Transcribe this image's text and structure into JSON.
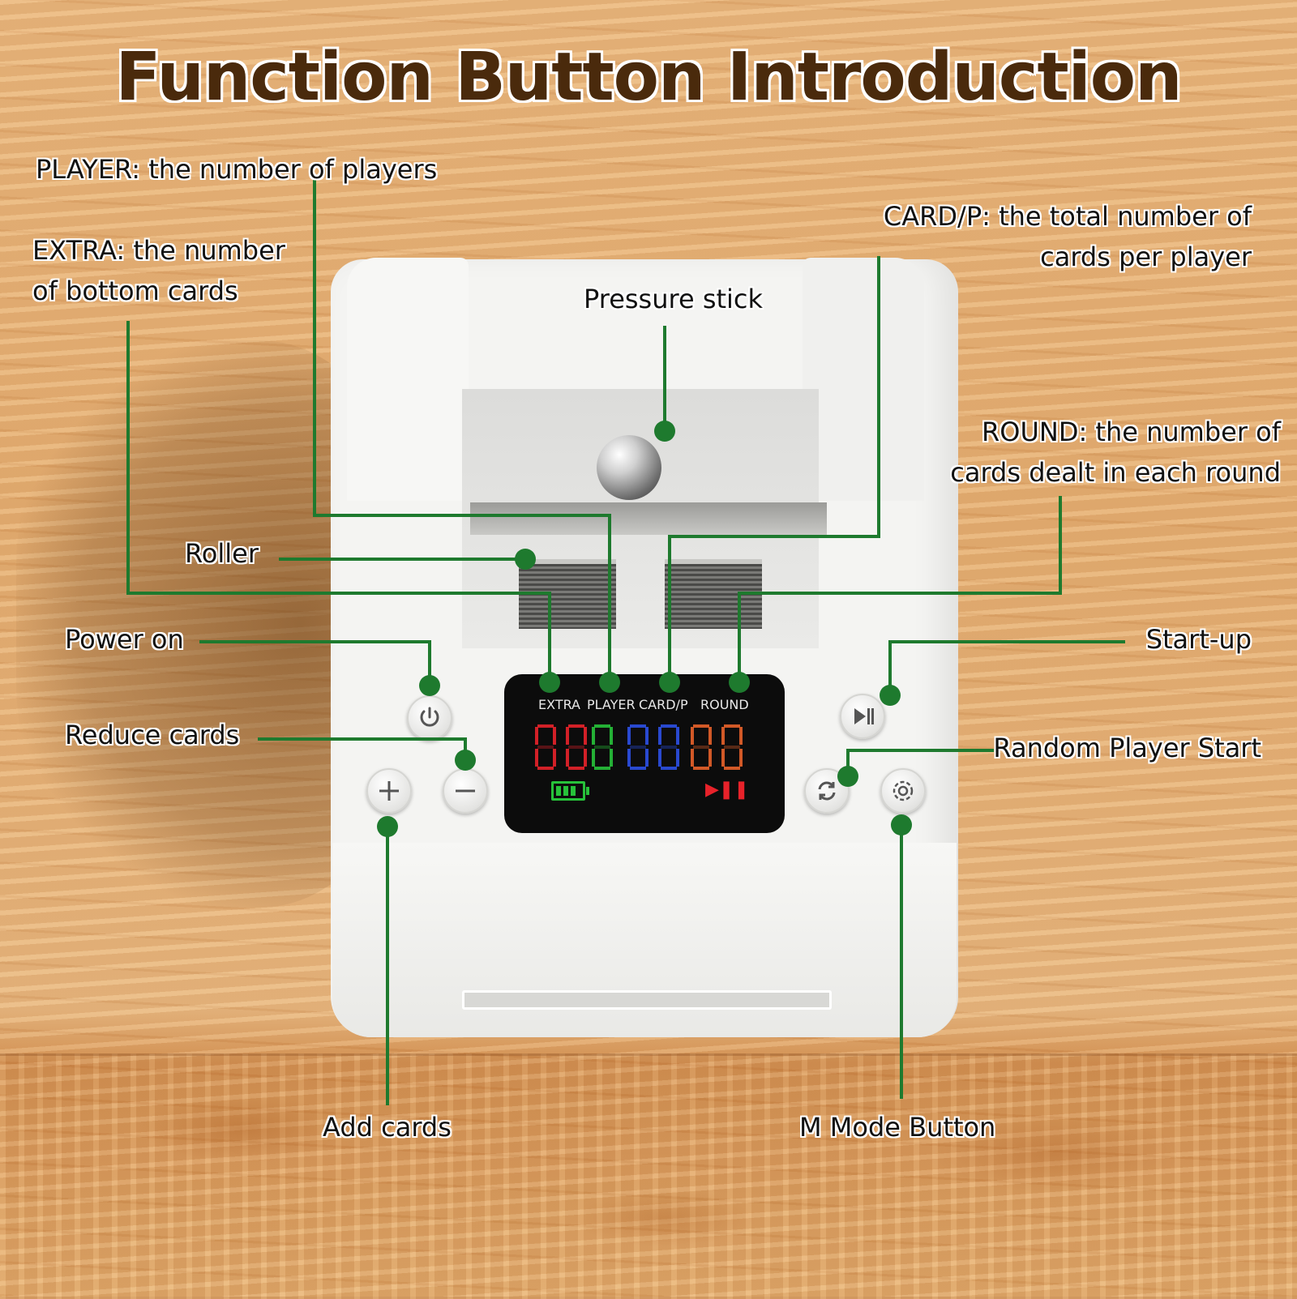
{
  "title": "Function Button Introduction",
  "labels": {
    "player": "PLAYER: the number of players",
    "extra": "EXTRA: the number\nof bottom cards",
    "card_p": "CARD/P: the total number of\ncards per player",
    "pressure_stick": "Pressure stick",
    "round": "ROUND: the number of\ncards dealt in each round",
    "roller": "Roller",
    "power_on": "Power on",
    "start_up": "Start-up",
    "reduce_cards": "Reduce cards",
    "random_player_start": "Random Player Start",
    "add_cards": "Add cards",
    "m_mode_button": "M Mode Button"
  },
  "display": {
    "extra_label": "EXTRA",
    "player_label": "PLAYER",
    "cardp_label": "CARD/P",
    "round_label": "ROUND"
  },
  "colors": {
    "leader_line": "#1e7a2e",
    "extra_digits": "#e8222a",
    "player_digits": "#27c23a",
    "cardp_digits": "#2c50e6",
    "round_digits": "#e8622a",
    "title": "#4a2a0c"
  },
  "icons": {
    "power": "power-icon",
    "start": "play-pause-icon",
    "add": "plus-icon",
    "reduce": "minus-icon",
    "random": "refresh-icon",
    "mode": "gear-icon"
  }
}
